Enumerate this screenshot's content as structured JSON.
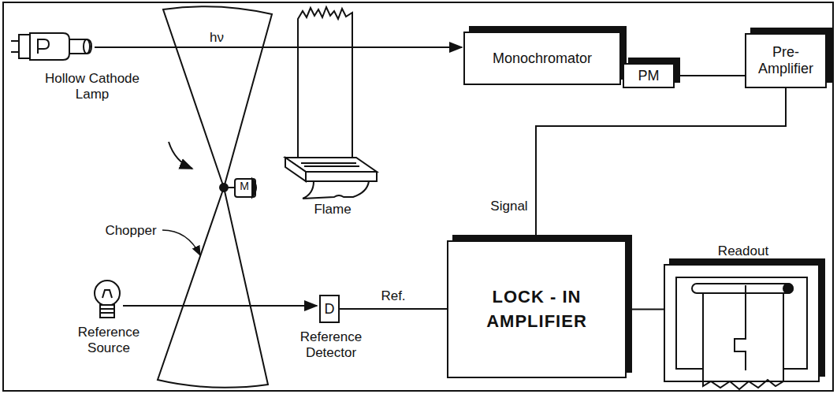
{
  "diagram": {
    "nodes": [
      {
        "text": [
          "Monochromator"
        ]
      },
      {
        "text": [
          "PM"
        ]
      },
      {
        "text": [
          "Pre- Amplifier"
        ]
      },
      {
        "text": [
          "D",
          "Reference Detector"
        ]
      },
      {
        "text": [
          "LOCK - IN AMPLIFIER"
        ]
      },
      {
        "text": [
          "Readout"
        ]
      }
    ],
    "edges": [
      {
        "from": 1,
        "to": 2,
        "arrow": "none"
      },
      {
        "from": 2,
        "to": 4,
        "label": "Signal",
        "arrow": "none"
      },
      {
        "from": 3,
        "to": 4,
        "label": "Ref.",
        "arrow": "none"
      },
      {
        "from": 4,
        "to": 5,
        "arrow": "none"
      }
    ],
    "labels": [
      "hν",
      "Hollow Cathode Lamp",
      "Flame",
      "M",
      "Chopper",
      "Reference Source"
    ]
  }
}
